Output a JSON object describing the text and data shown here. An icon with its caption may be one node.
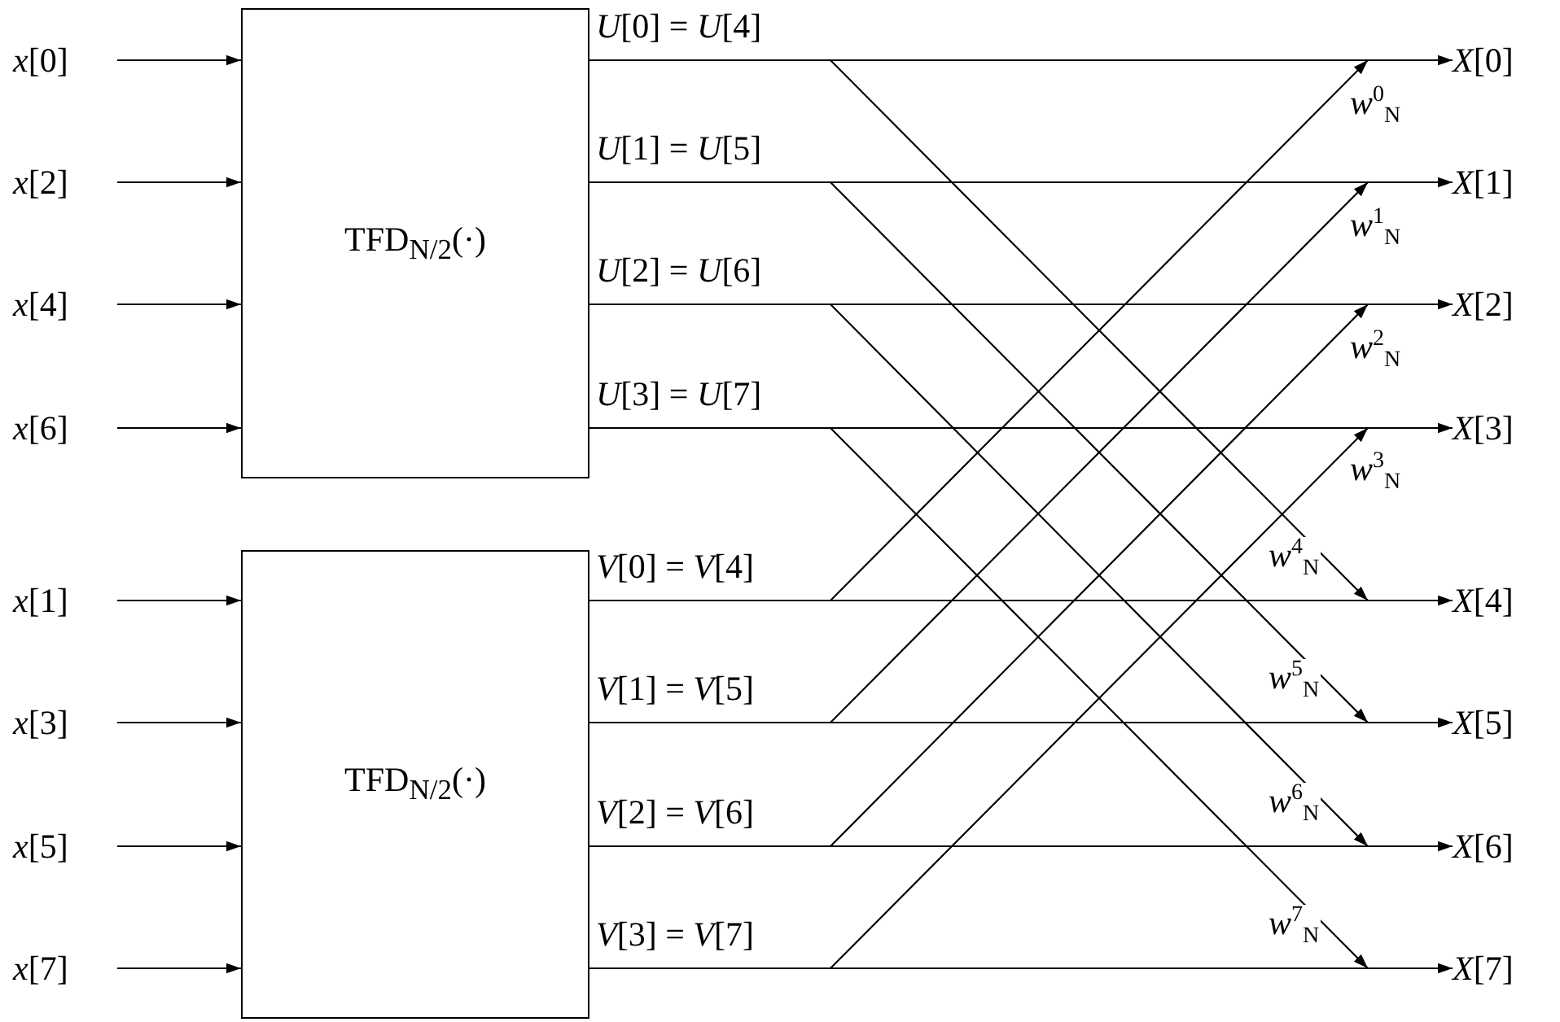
{
  "diagram": {
    "nodes": [
      {
        "text": [
          "*x*[0]"
        ]
      },
      {
        "text": [
          "*x*[2]"
        ]
      },
      {
        "text": [
          "*x*[4]"
        ]
      },
      {
        "text": [
          "*x*[6]"
        ]
      },
      {
        "text": [
          "TFD$_{N/2}$(·)"
        ]
      },
      {
        "text": [
          "*x*[1]"
        ]
      },
      {
        "text": [
          "*x*[3]"
        ]
      },
      {
        "text": [
          "*x*[5]"
        ]
      },
      {
        "text": [
          "*x*[7]"
        ]
      },
      {
        "text": [
          "TFD$_{N/2}$(·)"
        ]
      },
      {
        "text": [
          "*X*[0]"
        ]
      },
      {
        "text": [
          "*X*[1]"
        ]
      },
      {
        "text": [
          "*X*[2]"
        ]
      },
      {
        "text": [
          "*X*[3]"
        ]
      },
      {
        "text": [
          "*X*[4]"
        ]
      },
      {
        "text": [
          "*X*[5]"
        ]
      },
      {
        "text": [
          "*X*[6]"
        ]
      },
      {
        "text": [
          "*X*[7]"
        ]
      }
    ],
    "edges": [
      {
        "from": 0,
        "to": 4,
        "arrow": "to"
      },
      {
        "from": 1,
        "to": 4,
        "arrow": "to"
      },
      {
        "from": 2,
        "to": 4,
        "arrow": "to"
      },
      {
        "from": 3,
        "to": 4,
        "arrow": "to"
      },
      {
        "from": 5,
        "to": 9,
        "arrow": "to"
      },
      {
        "from": 6,
        "to": 9,
        "arrow": "to"
      },
      {
        "from": 7,
        "to": 9,
        "arrow": "to"
      },
      {
        "from": 8,
        "to": 9,
        "arrow": "to"
      },
      {
        "from": 4,
        "to": 10,
        "arrow": "to",
        "label": "*U*[0] = *U*[4]"
      },
      {
        "from": 4,
        "to": 14,
        "arrow": "to",
        "label": "*w*$^{4}$$_{N}$"
      },
      {
        "from": 4,
        "to": 11,
        "arrow": "to",
        "label": "*U*[1] = *U*[5]"
      },
      {
        "from": 4,
        "to": 15,
        "arrow": "to",
        "label": "*w*$^{5}$$_{N}$"
      },
      {
        "from": 4,
        "to": 12,
        "arrow": "to",
        "label": "*U*[2] = *U*[6]"
      },
      {
        "from": 4,
        "to": 16,
        "arrow": "to",
        "label": "*w*$^{6}$$_{N}$"
      },
      {
        "from": 4,
        "to": 13,
        "arrow": "to",
        "label": "*U*[3] = *U*[7]"
      },
      {
        "from": 4,
        "to": 17,
        "arrow": "to",
        "label": "*w*$^{7}$$_{N}$"
      },
      {
        "from": 9,
        "to": 14,
        "arrow": "to",
        "label": "*V*[0] = *V*[4]"
      },
      {
        "from": 9,
        "to": 10,
        "arrow": "to",
        "label": "*w*$^{0}$$_{N}$"
      },
      {
        "from": 9,
        "to": 15,
        "arrow": "to",
        "label": "*V*[1] = *V*[5]"
      },
      {
        "from": 9,
        "to": 11,
        "arrow": "to",
        "label": "*w*$^{1}$$_{N}$"
      },
      {
        "from": 9,
        "to": 16,
        "arrow": "to",
        "label": "*V*[2] = *V*[6]"
      },
      {
        "from": 9,
        "to": 12,
        "arrow": "to",
        "label": "*w*$^{2}$$_{N}$"
      },
      {
        "from": 9,
        "to": 17,
        "arrow": "to",
        "label": "*V*[3] = *V*[7]"
      },
      {
        "from": 9,
        "to": 13,
        "arrow": "to",
        "label": "*w*$^{3}$$_{N}$"
      }
    ]
  }
}
